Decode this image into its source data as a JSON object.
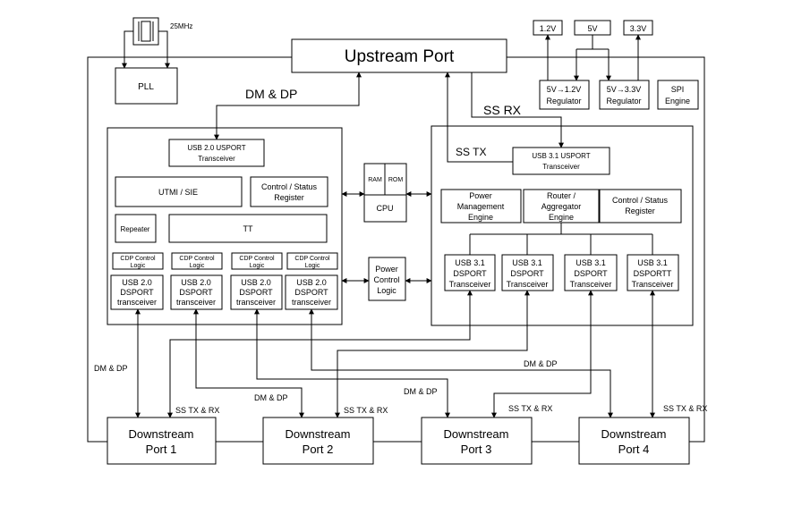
{
  "crystal": {
    "freq": "25MHz"
  },
  "pll": "PLL",
  "upstream": "Upstream Port",
  "supplies": {
    "v12": "1.2V",
    "v5": "5V",
    "v33": "3.3V"
  },
  "regulators": {
    "r12": [
      "5V→1.2V",
      "Regulator"
    ],
    "r33": [
      "5V→3.3V",
      "Regulator"
    ]
  },
  "spi": [
    "SPI",
    "Engine"
  ],
  "labels": {
    "dm_dp_top": "DM & DP",
    "ss_rx": "SS RX",
    "ss_tx": "SS TX",
    "dm_dp_left": "DM & DP",
    "dm_dp_mid1": "DM & DP",
    "dm_dp_mid2": "DM & DP",
    "dm_dp_right": "DM & DP",
    "ss_txrx_1": "SS TX & RX",
    "ss_txrx_2": "SS TX & RX",
    "ss_txrx_3": "SS TX & RX",
    "ss_txrx_4": "SS TX & RX"
  },
  "usb2": {
    "usport": [
      "USB 2.0 USPORT",
      "Transceiver"
    ],
    "utmi": "UTMI / SIE",
    "ctrl": [
      "Control / Status",
      "Register"
    ],
    "repeater": "Repeater",
    "tt": "TT",
    "cdp": [
      [
        "CDP Control",
        "Logic"
      ],
      [
        "CDP Control",
        "Logic"
      ],
      [
        "CDP Control",
        "Logic"
      ],
      [
        "CDP Control",
        "Logic"
      ]
    ],
    "dsport": [
      [
        "USB 2.0",
        "DSPORT",
        "transceiver"
      ],
      [
        "USB 2.0",
        "DSPORT",
        "transceiver"
      ],
      [
        "USB 2.0",
        "DSPORT",
        "transceiver"
      ],
      [
        "USB 2.0",
        "DSPORT",
        "transceiver"
      ]
    ]
  },
  "cpu": {
    "ram": "RAM",
    "rom": "ROM",
    "cpu": "CPU"
  },
  "power_ctrl": [
    "Power",
    "Control",
    "Logic"
  ],
  "usb3": {
    "usport": [
      "USB 3.1 USPORT",
      "Transceiver"
    ],
    "pme": [
      "Power",
      "Management",
      "Engine"
    ],
    "router": [
      "Router /",
      "Aggregator",
      "Engine"
    ],
    "ctrl": [
      "Control / Status",
      "Register"
    ],
    "dsport": [
      [
        "USB 3.1",
        "DSPORT",
        "Transceiver"
      ],
      [
        "USB 3.1",
        "DSPORT",
        "Transceiver"
      ],
      [
        "USB 3.1",
        "DSPORT",
        "Transceiver"
      ],
      [
        "USB 3.1",
        "DSPORTT",
        "Transceiver"
      ]
    ]
  },
  "downstream": [
    [
      "Downstream",
      "Port 1"
    ],
    [
      "Downstream",
      "Port 2"
    ],
    [
      "Downstream",
      "Port 3"
    ],
    [
      "Downstream",
      "Port 4"
    ]
  ]
}
